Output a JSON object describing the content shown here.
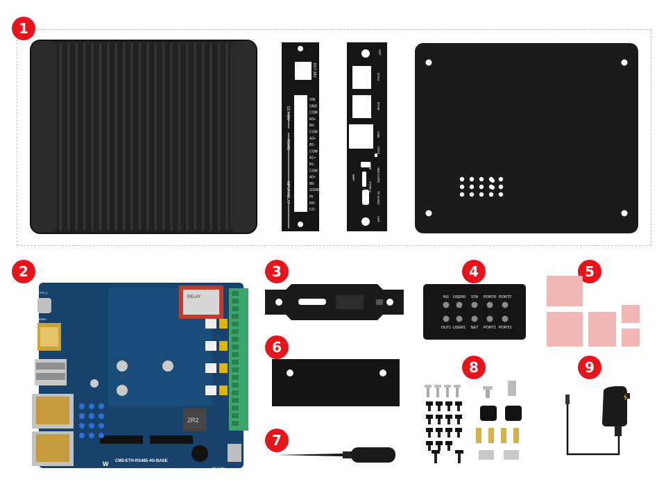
{
  "badges": [
    "1",
    "2",
    "3",
    "4",
    "5",
    "6",
    "7",
    "8",
    "9"
  ],
  "front_panel_labels": [
    "VIN",
    "GND",
    "COM",
    "A3+",
    "B3-",
    "COM",
    "A2+",
    "B2-",
    "COM",
    "A1+",
    "B1-",
    "COM",
    "A0+",
    "B0-",
    "SGND",
    "IN",
    "NO",
    "CO"
  ],
  "front_panel_side": [
    "DC7-36V",
    "RS485",
    "INPUT RELAY"
  ],
  "front_panel_top": "DC7-36V",
  "rear_panel_labels": [
    "ANT",
    "ETH1",
    "ETH0",
    "USB",
    "HDMI",
    "SIM CARD",
    "STAT",
    "TYPE-C",
    "TF CARD",
    "MIPI",
    "ANT"
  ],
  "led_labels_top": [
    "IN1",
    "USER0",
    "STA",
    "PORT0",
    "PORT2"
  ],
  "led_labels_bottom": [
    "OUT1",
    "USER1",
    "NET",
    "PORT1",
    "PORT3"
  ],
  "board": {
    "name": "CM5-ETH-RS485-4G-BASE",
    "power": "DC 7~36V",
    "brand": "Waveshare",
    "inductor": "2R2",
    "type_c": "TYPE-C",
    "hdmi": "HDMI0"
  }
}
